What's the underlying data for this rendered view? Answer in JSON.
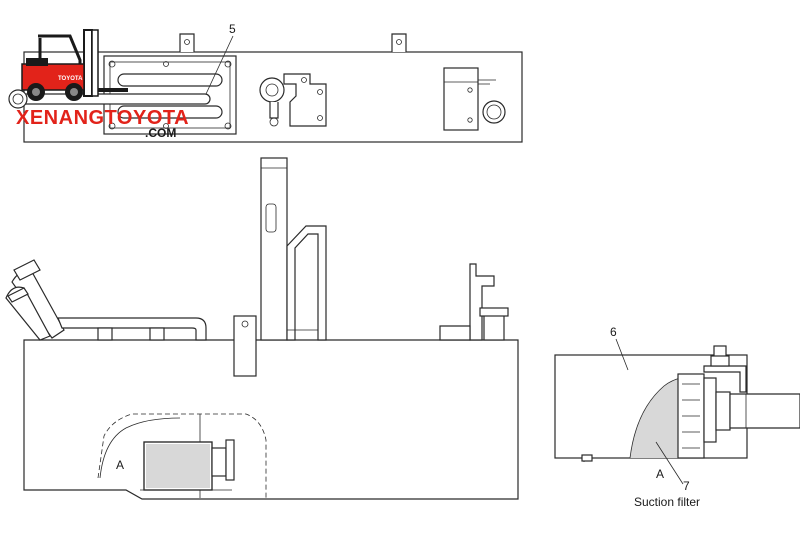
{
  "watermark": {
    "brand_text": "XENANGTOYOTA",
    "domain_suffix": ".COM",
    "badge_text": "TOYOTA",
    "brand_color": "#e2231a"
  },
  "diagram": {
    "callouts": {
      "top_filter_cover": "5",
      "detail_housing": "6",
      "detail_filter": "7",
      "section_tank": "A",
      "section_detail": "A"
    },
    "captions": {
      "detail": "Suction filter"
    }
  }
}
